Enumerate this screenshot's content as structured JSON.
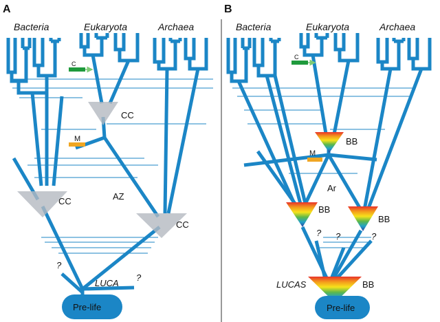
{
  "panels": {
    "A": {
      "letter": "A",
      "domains": [
        "Bacteria",
        "Eukaryota",
        "Archaea"
      ],
      "arrow_c": "C",
      "arrow_m": "M",
      "cc": "CC",
      "az": "AZ",
      "luca": "LUCA",
      "q": "?",
      "prelife": "Pre-life"
    },
    "B": {
      "letter": "B",
      "domains": [
        "Bacteria",
        "Eukaryota",
        "Archaea"
      ],
      "arrow_c": "C",
      "arrow_m": "M",
      "bb": "BB",
      "ar": "Ar",
      "lucas": "LUCAS",
      "q": "?",
      "prelife": "Pre-life"
    }
  },
  "colors": {
    "branch": "#1b86c6",
    "chloroplast_arrow": "#1f9a3c",
    "mito_arrow": "#f0a623",
    "cc_cone": "#b4b9c0",
    "prelife_blob": "#1b86c6"
  }
}
